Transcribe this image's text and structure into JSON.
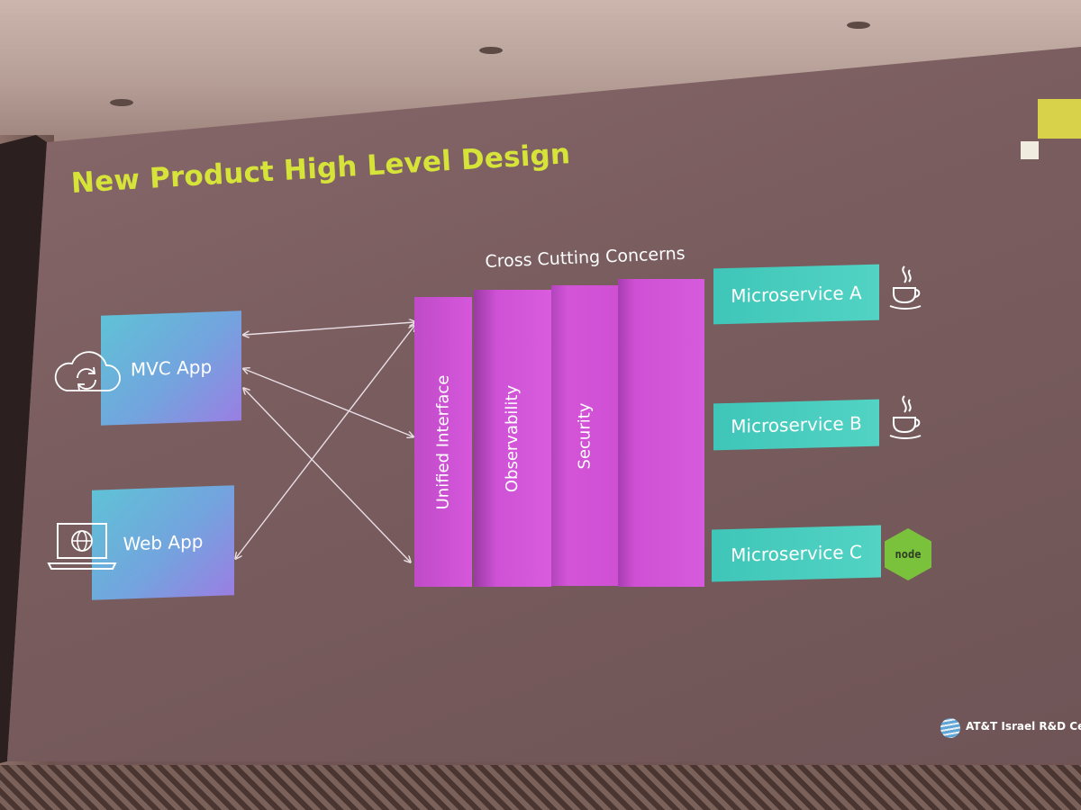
{
  "slide": {
    "title": "New Product High Level Design",
    "footer": "AT&T Israel R&D Cent"
  },
  "clients": [
    {
      "label": "MVC App",
      "icon": "cloud-sync-icon"
    },
    {
      "label": "Web App",
      "icon": "laptop-globe-icon"
    }
  ],
  "cross_cutting": {
    "label": "Cross Cutting Concerns",
    "layers": [
      "Unified Interface",
      "Observability",
      "Security"
    ]
  },
  "microservices": [
    {
      "label": "Microservice A",
      "tech_icon": "java-icon"
    },
    {
      "label": "Microservice B",
      "tech_icon": "java-icon"
    },
    {
      "label": "Microservice C",
      "tech_icon": "nodejs-icon",
      "tech_text": "node"
    }
  ],
  "colors": {
    "title": "#d6e43a",
    "client_box": "#5fc2d6",
    "layer": "#d657dc",
    "microservice": "#52d3c4",
    "node": "#7bc23c"
  }
}
